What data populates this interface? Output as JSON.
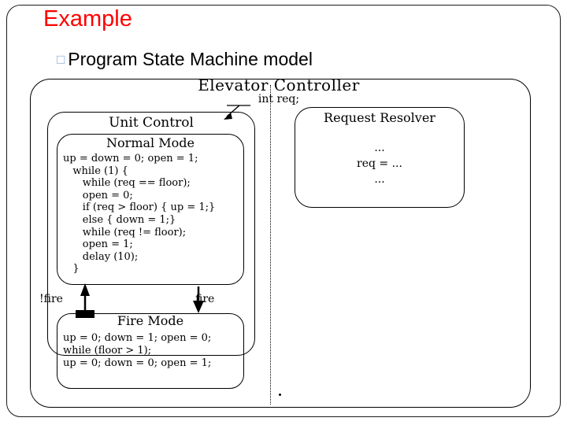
{
  "slide": {
    "title": "Example",
    "bullet_marker": "□",
    "bullet_text": "Program State Machine model"
  },
  "diagram": {
    "outer": {
      "title": "Elevator Controller",
      "declaration": "int req;"
    },
    "unit_control": {
      "title": "Unit Control",
      "normal_mode": {
        "title": "Normal Mode",
        "code": "up = down = 0; open = 1;\n   while (1) {\n      while (req == floor);\n      open = 0;\n      if (req > floor) { up = 1;}\n      else { down = 1;}\n      while (req != floor);\n      open = 1;\n      delay (10);\n   }"
      },
      "fire_mode": {
        "title": "Fire Mode",
        "code": "up = 0; down = 1; open = 0;\nwhile (floor > 1);\nup = 0; down = 0; open = 1;"
      },
      "transition_to_fire": "fire",
      "transition_to_normal": "!fire"
    },
    "request_resolver": {
      "title": "Request Resolver",
      "code": "...\nreq = ...\n..."
    }
  },
  "colors": {
    "title": "#ff0000",
    "bullet_marker": "#7da7d9",
    "text": "#000000",
    "frame": "#1a1a1a"
  }
}
